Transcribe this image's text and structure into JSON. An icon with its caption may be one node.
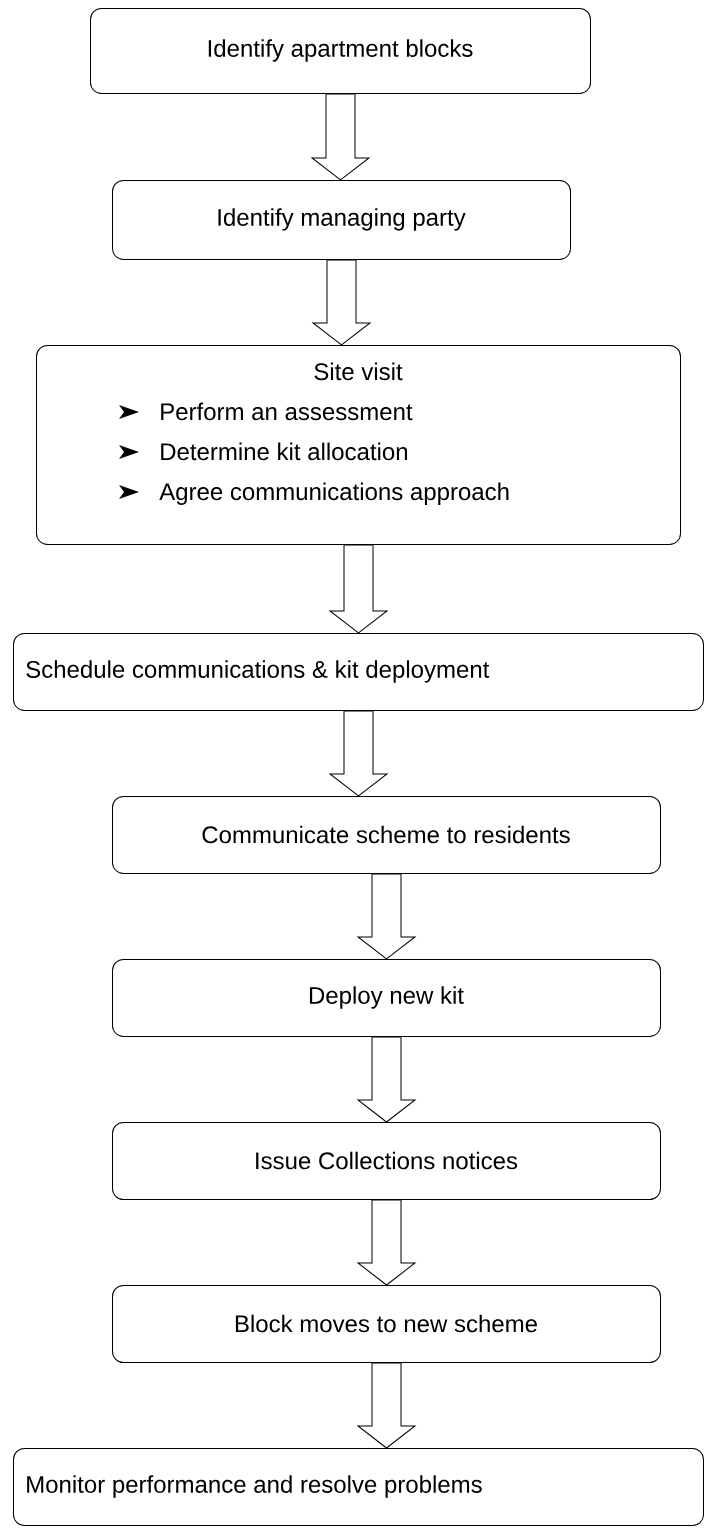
{
  "diagram": {
    "nodes": [
      {
        "text": [
          "Identify apartment blocks"
        ]
      },
      {
        "text": [
          "Identify managing party"
        ]
      },
      {
        "text": [
          "Site visit",
          "Perform an assessment",
          "Determine kit allocation",
          "Agree communications approach"
        ]
      },
      {
        "text": [
          "Schedule communications & kit deployment"
        ]
      },
      {
        "text": [
          "Communicate scheme to residents"
        ]
      },
      {
        "text": [
          "Deploy new kit"
        ]
      },
      {
        "text": [
          "Issue Collections notices"
        ]
      },
      {
        "text": [
          "Block moves to new scheme"
        ]
      },
      {
        "text": [
          "Monitor performance and resolve problems"
        ]
      }
    ],
    "edges": [
      {
        "from": 0,
        "to": 1,
        "arrow": "to"
      },
      {
        "from": 1,
        "to": 2,
        "arrow": "to"
      },
      {
        "from": 2,
        "to": 3,
        "arrow": "to"
      },
      {
        "from": 3,
        "to": 4,
        "arrow": "to"
      },
      {
        "from": 4,
        "to": 5,
        "arrow": "to"
      },
      {
        "from": 5,
        "to": 6,
        "arrow": "to"
      },
      {
        "from": 6,
        "to": 7,
        "arrow": "to"
      },
      {
        "from": 7,
        "to": 8,
        "arrow": "to"
      }
    ]
  }
}
